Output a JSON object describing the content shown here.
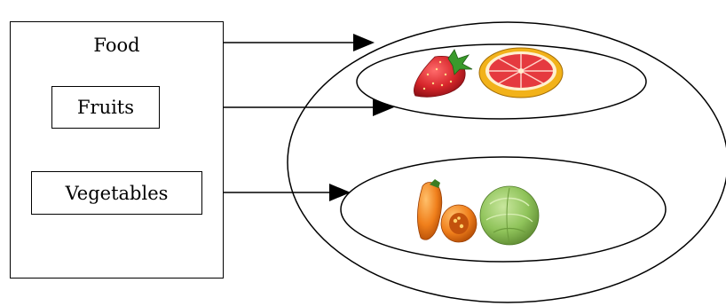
{
  "diagram": {
    "food_label": "Food",
    "fruits_label": "Fruits",
    "vegetables_label": "Vegetables"
  },
  "icons": {
    "fruits": [
      "strawberry-icon",
      "grapefruit-icon"
    ],
    "vegetables": [
      "orange-pepper-icon",
      "cabbage-icon"
    ]
  },
  "colors": {
    "line": "#000000",
    "strawberry": "#d7262b",
    "grapefruit_rind": "#f2b21a",
    "grapefruit_flesh": "#e53a3f",
    "pepper": "#f07f1b",
    "cabbage": "#8fc35a"
  }
}
